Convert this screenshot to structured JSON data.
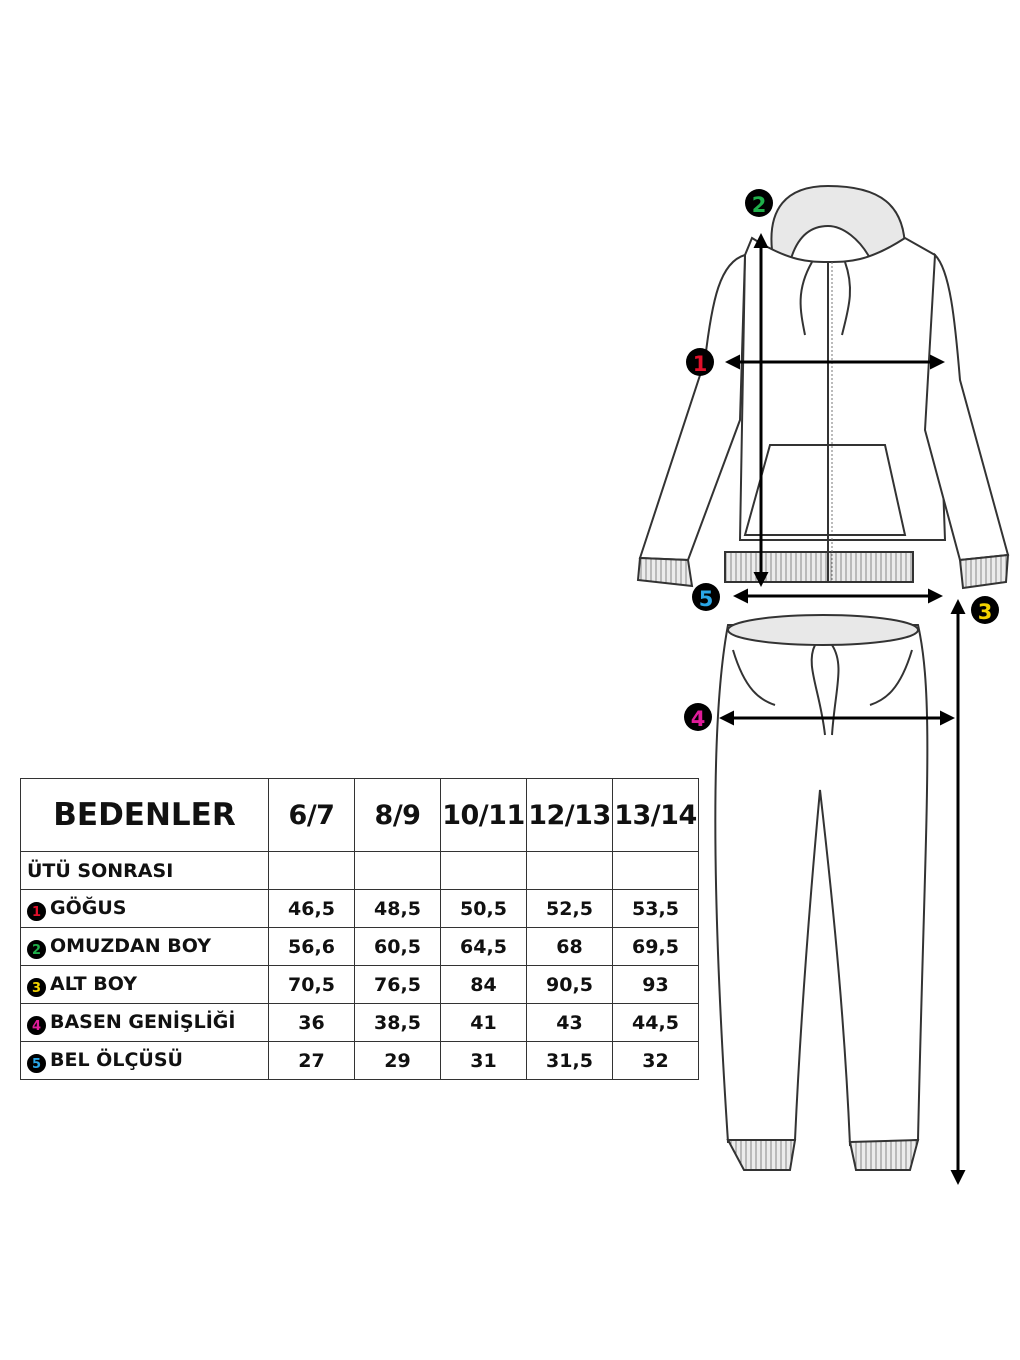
{
  "table": {
    "header_label": "BEDENLER",
    "sizes": [
      "6/7",
      "8/9",
      "10/11",
      "12/13",
      "13/14"
    ],
    "subheader": "ÜTÜ SONRASI",
    "rows": [
      {
        "num": "1",
        "label": "GÖĞUS",
        "color": "#e0102a",
        "values": [
          "46,5",
          "48,5",
          "50,5",
          "52,5",
          "53,5"
        ]
      },
      {
        "num": "2",
        "label": "OMUZDAN BOY",
        "color": "#1fb04a",
        "values": [
          "56,6",
          "60,5",
          "64,5",
          "68",
          "69,5"
        ]
      },
      {
        "num": "3",
        "label": "ALT BOY",
        "color": "#f2d200",
        "values": [
          "70,5",
          "76,5",
          "84",
          "90,5",
          "93"
        ]
      },
      {
        "num": "4",
        "label": "BASEN GENİŞLİĞİ",
        "color": "#e01c9a",
        "values": [
          "36",
          "38,5",
          "41",
          "43",
          "44,5"
        ]
      },
      {
        "num": "5",
        "label": "BEL ÖLÇÜSÜ",
        "color": "#2aa7e8",
        "values": [
          "27",
          "29",
          "31",
          "31,5",
          "32"
        ]
      }
    ]
  },
  "markers": {
    "m1": {
      "num": "1",
      "color": "#e0102a"
    },
    "m2": {
      "num": "2",
      "color": "#1fb04a"
    },
    "m3": {
      "num": "3",
      "color": "#f2d200"
    },
    "m4": {
      "num": "4",
      "color": "#e01c9a"
    },
    "m5": {
      "num": "5",
      "color": "#2aa7e8"
    }
  }
}
